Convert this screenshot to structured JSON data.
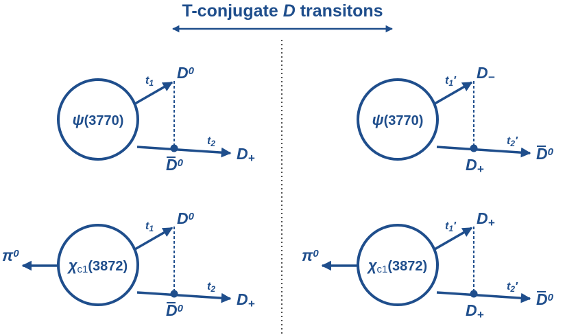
{
  "colors": {
    "primary": "#1f4e8c"
  },
  "title": {
    "prefix": "T-conjugate ",
    "italic": "D",
    "suffix": " transitons"
  },
  "panels": [
    {
      "particle": {
        "symbol": "ψ",
        "sub": "",
        "mass": "(3770)"
      },
      "emitted": null,
      "upper_time": {
        "t": "t",
        "sub": "1",
        "prime": ""
      },
      "upper_meson": {
        "base": "D",
        "sup": "0",
        "sub": "",
        "bar": false
      },
      "lower_time": {
        "t": "t",
        "sub": "2",
        "prime": ""
      },
      "lower_meson": {
        "base": "D",
        "sup": "",
        "sub": "+",
        "bar": false
      },
      "node_meson": {
        "base": "D",
        "sup": "0",
        "sub": "",
        "bar": true
      }
    },
    {
      "particle": {
        "symbol": "ψ",
        "sub": "",
        "mass": "(3770)"
      },
      "emitted": null,
      "upper_time": {
        "t": "t",
        "sub": "1",
        "prime": "′"
      },
      "upper_meson": {
        "base": "D",
        "sup": "",
        "sub": "−",
        "bar": false
      },
      "lower_time": {
        "t": "t",
        "sub": "2",
        "prime": "′"
      },
      "lower_meson": {
        "base": "D",
        "sup": "0",
        "sub": "",
        "bar": true
      },
      "node_meson": {
        "base": "D",
        "sup": "",
        "sub": "+",
        "bar": false
      }
    },
    {
      "particle": {
        "symbol": "χ",
        "sub": "c1",
        "mass": "(3872)"
      },
      "emitted": {
        "base": "π",
        "sup": "0"
      },
      "upper_time": {
        "t": "t",
        "sub": "1",
        "prime": ""
      },
      "upper_meson": {
        "base": "D",
        "sup": "0",
        "sub": "",
        "bar": false
      },
      "lower_time": {
        "t": "t",
        "sub": "2",
        "prime": ""
      },
      "lower_meson": {
        "base": "D",
        "sup": "",
        "sub": "+",
        "bar": false
      },
      "node_meson": {
        "base": "D",
        "sup": "0",
        "sub": "",
        "bar": true
      }
    },
    {
      "particle": {
        "symbol": "χ",
        "sub": "c1",
        "mass": "(3872)"
      },
      "emitted": {
        "base": "π",
        "sup": "0"
      },
      "upper_time": {
        "t": "t",
        "sub": "1",
        "prime": "′"
      },
      "upper_meson": {
        "base": "D",
        "sup": "",
        "sub": "+",
        "bar": false
      },
      "lower_time": {
        "t": "t",
        "sub": "2",
        "prime": "′"
      },
      "lower_meson": {
        "base": "D",
        "sup": "0",
        "sub": "",
        "bar": true
      },
      "node_meson": {
        "base": "D",
        "sup": "",
        "sub": "+",
        "bar": false
      }
    }
  ]
}
